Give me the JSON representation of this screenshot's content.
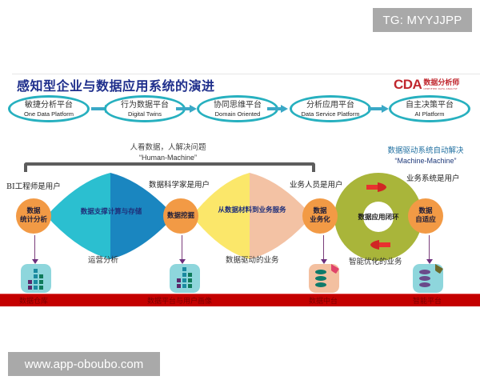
{
  "watermarks": {
    "top_right": "TG: MYYJJPP",
    "bottom_left": "www.app-oboubo.com"
  },
  "slide": {
    "title": "感知型企业与数据应用系统的演进",
    "logo": {
      "mark": "CDA",
      "cn": "数据分析师",
      "sub": "CERTIFIED DATA ANALYST"
    },
    "stages": [
      {
        "cn": "敏捷分析平台",
        "en": "One Data Platform"
      },
      {
        "cn": "行为数据平台",
        "en": "Digital Twins"
      },
      {
        "cn": "协同思维平台",
        "en": "Domain Oriented"
      },
      {
        "cn": "分析应用平台",
        "en": "Data Service Platform"
      },
      {
        "cn": "自主决策平台",
        "en": "AI Platform"
      }
    ],
    "human_caption": {
      "cn": "人看数据，人解决问题",
      "en": "“Human-Machine”"
    },
    "machine_caption": {
      "cn": "数据驱动系统自动解决",
      "en": "“Machine-Machine”"
    },
    "users": [
      "BI工程师是用户",
      "数据科学家是用户",
      "业务人员是用户",
      "业务系统是用户"
    ],
    "nodes": [
      {
        "line1": "数据",
        "line2": "统计分析"
      },
      {
        "line1": "数据挖掘",
        "line2": ""
      },
      {
        "line1": "数据",
        "line2": "业务化"
      },
      {
        "line1": "数据",
        "line2": "自适应"
      }
    ],
    "diamonds": [
      {
        "text": "数据支撑计算与存储",
        "colors": [
          "#2bbfd0",
          "#1a86c0"
        ]
      },
      {
        "text": "从数据材料到业务服务",
        "colors": [
          "#fbe76a",
          "#f3c2a4"
        ]
      }
    ],
    "loop": {
      "label": "数据应用闭环",
      "ring_color": "#a9b53a",
      "arrow_color": "#e8322f"
    },
    "flow_labels": [
      "运营分析",
      "数据驱动的业务",
      "智能优化的业务"
    ],
    "platforms": [
      "数据仓库",
      "数据平台与用户画像",
      "数据中台",
      "智能平台"
    ],
    "colors": {
      "title": "#1f2f8c",
      "stage_border": "#27b0bf",
      "node_orange": "#f29a45",
      "band_red": "#c40000"
    }
  }
}
